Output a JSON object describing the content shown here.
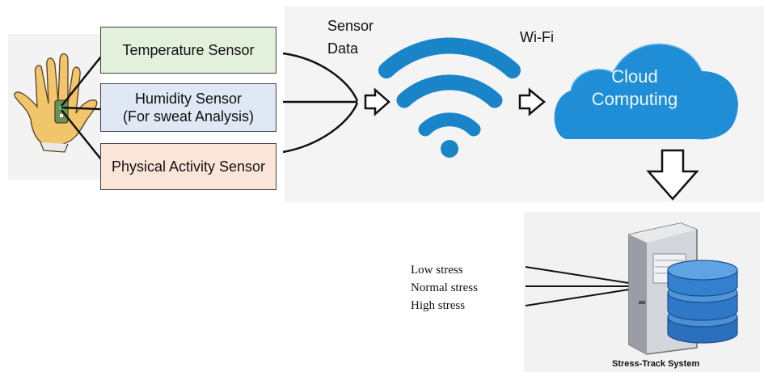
{
  "sensors": {
    "temperature": "Temperature Sensor",
    "humidity_line1": "Humidity Sensor",
    "humidity_line2": "(For sweat Analysis)",
    "physical": "Physical Activity Sensor"
  },
  "labels": {
    "sensor_data_line1": "Sensor",
    "sensor_data_line2": "Data",
    "wifi": "Wi-Fi",
    "cloud_line1": "Cloud",
    "cloud_line2": "Computing"
  },
  "outputs": [
    "Low stress",
    "Normal stress",
    "High stress"
  ],
  "system_caption": "Stress-Track System",
  "icons": [
    "hand-icon",
    "wifi-icon",
    "cloud-icon",
    "server-icon",
    "database-icon",
    "arrow-right-icon",
    "arrow-down-icon"
  ],
  "colors": {
    "temperature_box": "#e3f0db",
    "humidity_box": "#dfe8f4",
    "physical_box": "#fbe5d9",
    "wifi_blue": "#1a84c9",
    "cloud_blue": "#1f8ed6",
    "database_blue": "#2f78c8"
  }
}
